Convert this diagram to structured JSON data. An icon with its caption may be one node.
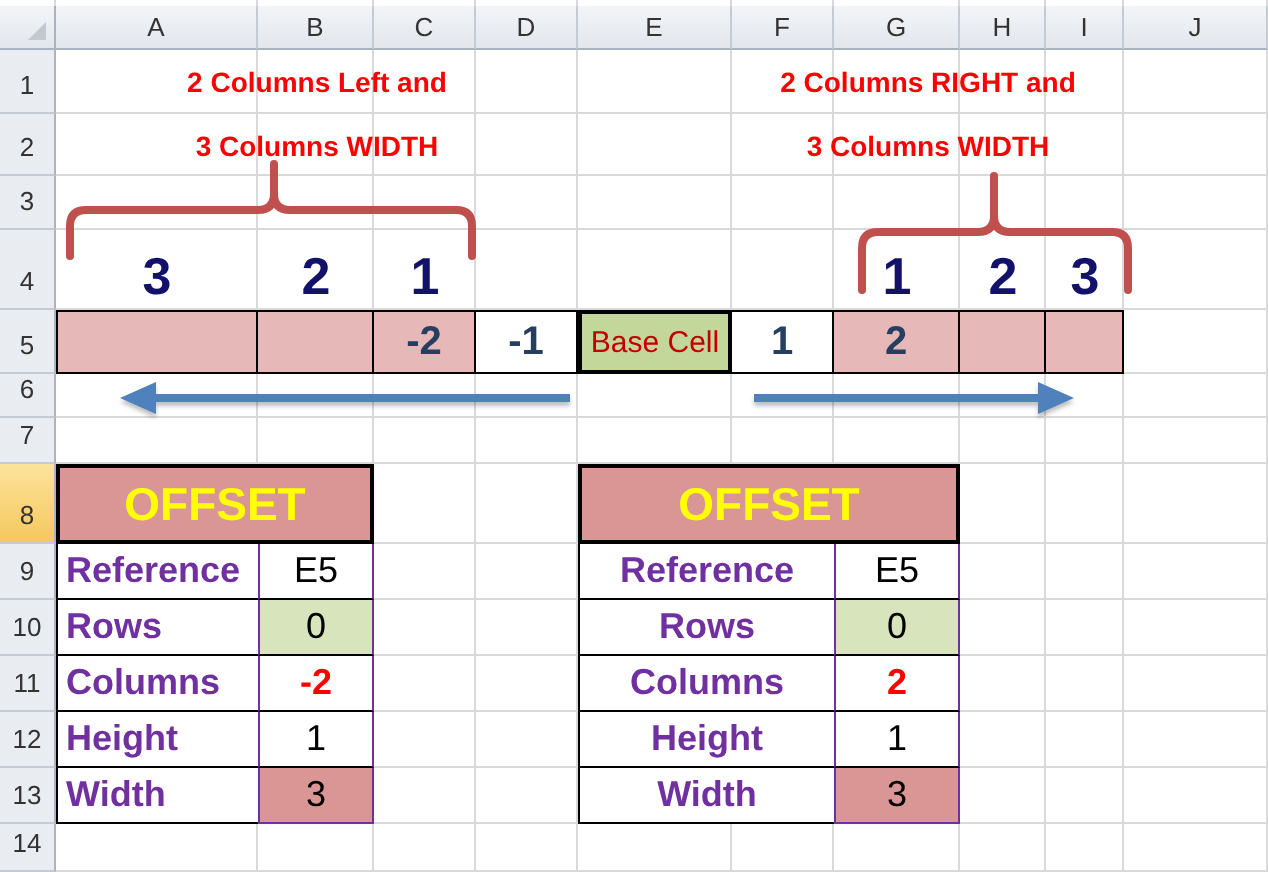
{
  "diagram": {
    "nodes": [
      {
        "text": [],
        "shape": "box"
      },
      {
        "text": [],
        "shape": "box"
      },
      {
        "text": [
          "-2"
        ]
      },
      {
        "text": [
          "-1"
        ]
      },
      {
        "text": [
          "Base Cell"
        ]
      },
      {
        "text": [
          "1"
        ]
      },
      {
        "text": [
          "2"
        ]
      },
      {
        "text": [],
        "shape": "box"
      },
      {
        "text": [],
        "shape": "box"
      }
    ],
    "labels": [
      "A",
      "B",
      "C",
      "D",
      "E",
      "F",
      "G",
      "H",
      "I",
      "J",
      "1",
      "2",
      "3",
      "4",
      "5",
      "6",
      "7",
      "8",
      "9",
      "10",
      "11",
      "12",
      "13",
      "14",
      "2 Columns Left and",
      "2 Columns RIGHT and",
      "3 Columns WIDTH",
      "3 Columns WIDTH",
      "3",
      "2",
      "1",
      "1",
      "2",
      "3",
      "OFFSET",
      "Reference",
      "E5",
      "Rows",
      "0",
      "Columns",
      "-2",
      "Height",
      "1",
      "Width",
      "3",
      "OFFSET",
      "Reference",
      "E5",
      "Rows",
      "0",
      "Columns",
      "2",
      "Height",
      "1",
      "Width",
      "3"
    ]
  }
}
